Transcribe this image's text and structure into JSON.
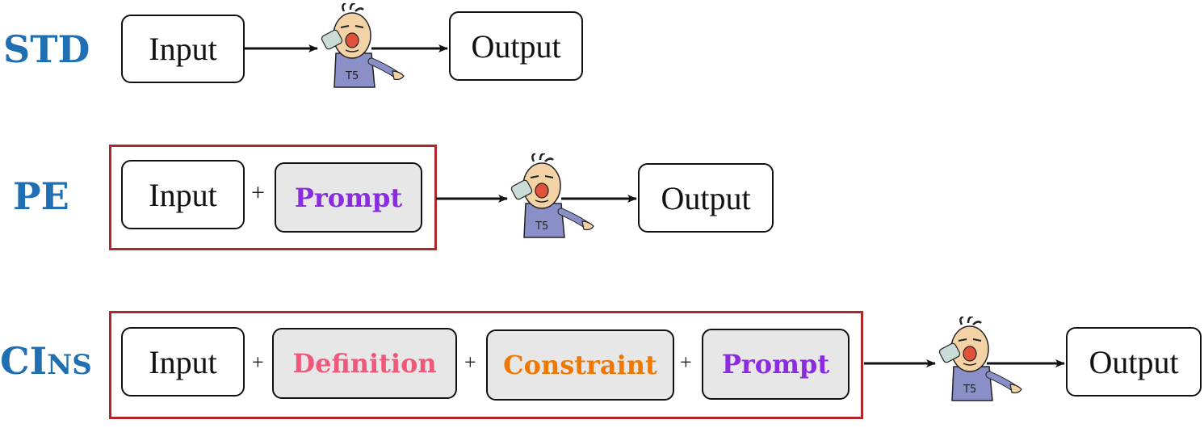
{
  "rows": {
    "std": {
      "label": "STD",
      "input": "Input",
      "output": "Output"
    },
    "pe": {
      "label": "PE",
      "input": "Input",
      "plus1": "+",
      "prompt": "Prompt",
      "output": "Output"
    },
    "cins": {
      "label_big": "CI",
      "label_small": "NS",
      "input": "Input",
      "plus1": "+",
      "definition": "Definition",
      "plus2": "+",
      "constraint": "Constraint",
      "plus3": "+",
      "prompt": "Prompt",
      "output": "Output"
    }
  },
  "model_shirt_text": "T5",
  "colors": {
    "label_blue": "#1f6fb2",
    "group_border": "#b0262b",
    "prompt": "#8a2be2",
    "definition": "#f0587a",
    "constraint": "#f07800",
    "shaded_box": "#e7e7e7"
  },
  "icons": {
    "model": "t5-character-icon",
    "arrow": "right-arrow-icon"
  }
}
